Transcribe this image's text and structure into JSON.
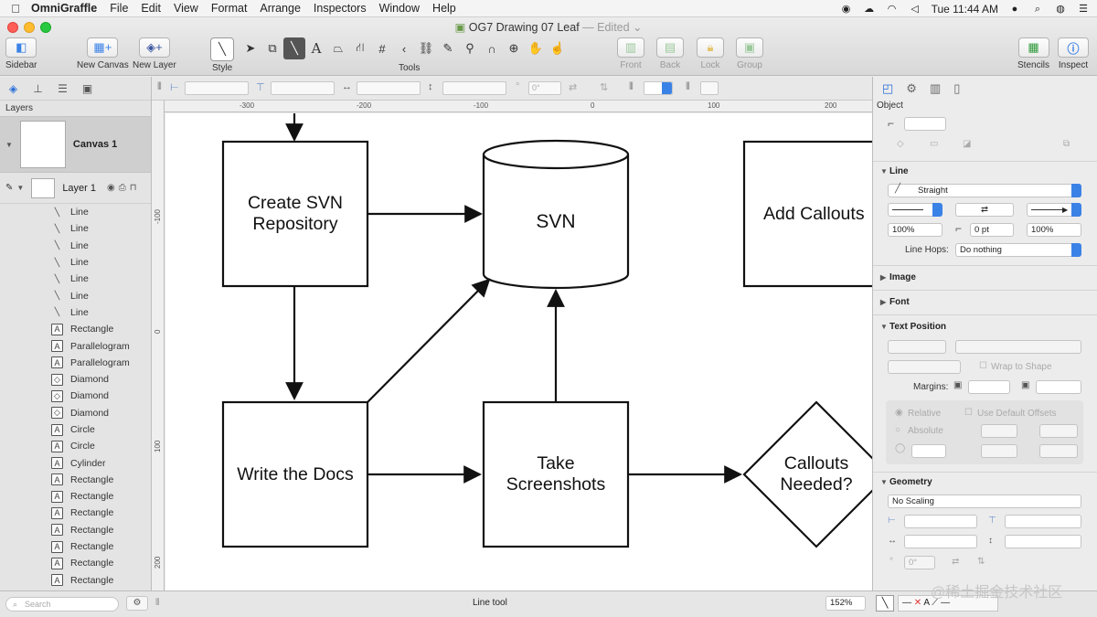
{
  "menubar": {
    "app_name": "OmniGraffle",
    "items": [
      "File",
      "Edit",
      "View",
      "Format",
      "Arrange",
      "Inspectors",
      "Window",
      "Help"
    ],
    "clock": "Tue 11:44 AM"
  },
  "window": {
    "title": "OG7 Drawing 07 Leaf",
    "edited": "— Edited ⌄"
  },
  "toolbar": {
    "sidebar_label": "Sidebar",
    "new_canvas_label": "New Canvas",
    "new_layer_label": "New Layer",
    "style_label": "Style",
    "tools_label": "Tools",
    "front_label": "Front",
    "back_label": "Back",
    "lock_label": "Lock",
    "group_label": "Group",
    "stencils_label": "Stencils",
    "inspect_label": "Inspect"
  },
  "sidebar": {
    "heading": "Layers",
    "canvas_name": "Canvas 1",
    "layer_name": "Layer 1",
    "items": [
      {
        "icon": "line",
        "label": "Line"
      },
      {
        "icon": "line",
        "label": "Line"
      },
      {
        "icon": "line",
        "label": "Line"
      },
      {
        "icon": "line",
        "label": "Line"
      },
      {
        "icon": "line",
        "label": "Line"
      },
      {
        "icon": "line",
        "label": "Line"
      },
      {
        "icon": "line",
        "label": "Line"
      },
      {
        "icon": "shape",
        "label": "Rectangle"
      },
      {
        "icon": "shape",
        "label": "Parallelogram"
      },
      {
        "icon": "shape",
        "label": "Parallelogram"
      },
      {
        "icon": "diamond",
        "label": "Diamond"
      },
      {
        "icon": "diamond",
        "label": "Diamond"
      },
      {
        "icon": "diamond",
        "label": "Diamond"
      },
      {
        "icon": "shape",
        "label": "Circle"
      },
      {
        "icon": "shape",
        "label": "Circle"
      },
      {
        "icon": "shape",
        "label": "Cylinder"
      },
      {
        "icon": "shape",
        "label": "Rectangle"
      },
      {
        "icon": "shape",
        "label": "Rectangle"
      },
      {
        "icon": "shape",
        "label": "Rectangle"
      },
      {
        "icon": "shape",
        "label": "Rectangle"
      },
      {
        "icon": "shape",
        "label": "Rectangle"
      },
      {
        "icon": "shape",
        "label": "Rectangle"
      },
      {
        "icon": "shape",
        "label": "Rectangle"
      }
    ]
  },
  "canvas_toolbar": {
    "angle": "0°"
  },
  "rulers": {
    "top": [
      "-300",
      "-200",
      "-100",
      "0",
      "100",
      "200"
    ],
    "left": [
      "-100",
      "0",
      "100",
      "200"
    ]
  },
  "diagram": {
    "create_svn": "Create SVN Repository",
    "svn": "SVN",
    "add_callouts": "Add Callouts",
    "write_docs": "Write the Docs",
    "take_screenshots": "Take Screenshots",
    "callouts_needed": "Callouts Needed?"
  },
  "inspector": {
    "caption": "Object",
    "line_section": "Line",
    "line_type": "Straight",
    "start_scale": "100%",
    "corner_radius": "0 pt",
    "end_scale": "100%",
    "line_hops_label": "Line Hops:",
    "line_hops_value": "Do nothing",
    "image_section": "Image",
    "font_section": "Font",
    "text_position_section": "Text Position",
    "wrap_label": "Wrap to Shape",
    "margins_label": "Margins:",
    "relative_label": "Relative",
    "use_default_offsets": "Use Default Offsets",
    "absolute_label": "Absolute",
    "geometry_section": "Geometry",
    "scaling": "No Scaling",
    "rotation": "0°"
  },
  "statusbar": {
    "search_placeholder": "Search",
    "status": "Line tool",
    "zoom": "152%"
  },
  "watermark": "@稀土掘金技术社区",
  "colors": {
    "accent": "#3b82e6",
    "close": "#ff5f57",
    "minimize": "#febc2e",
    "zoom": "#28c840"
  }
}
